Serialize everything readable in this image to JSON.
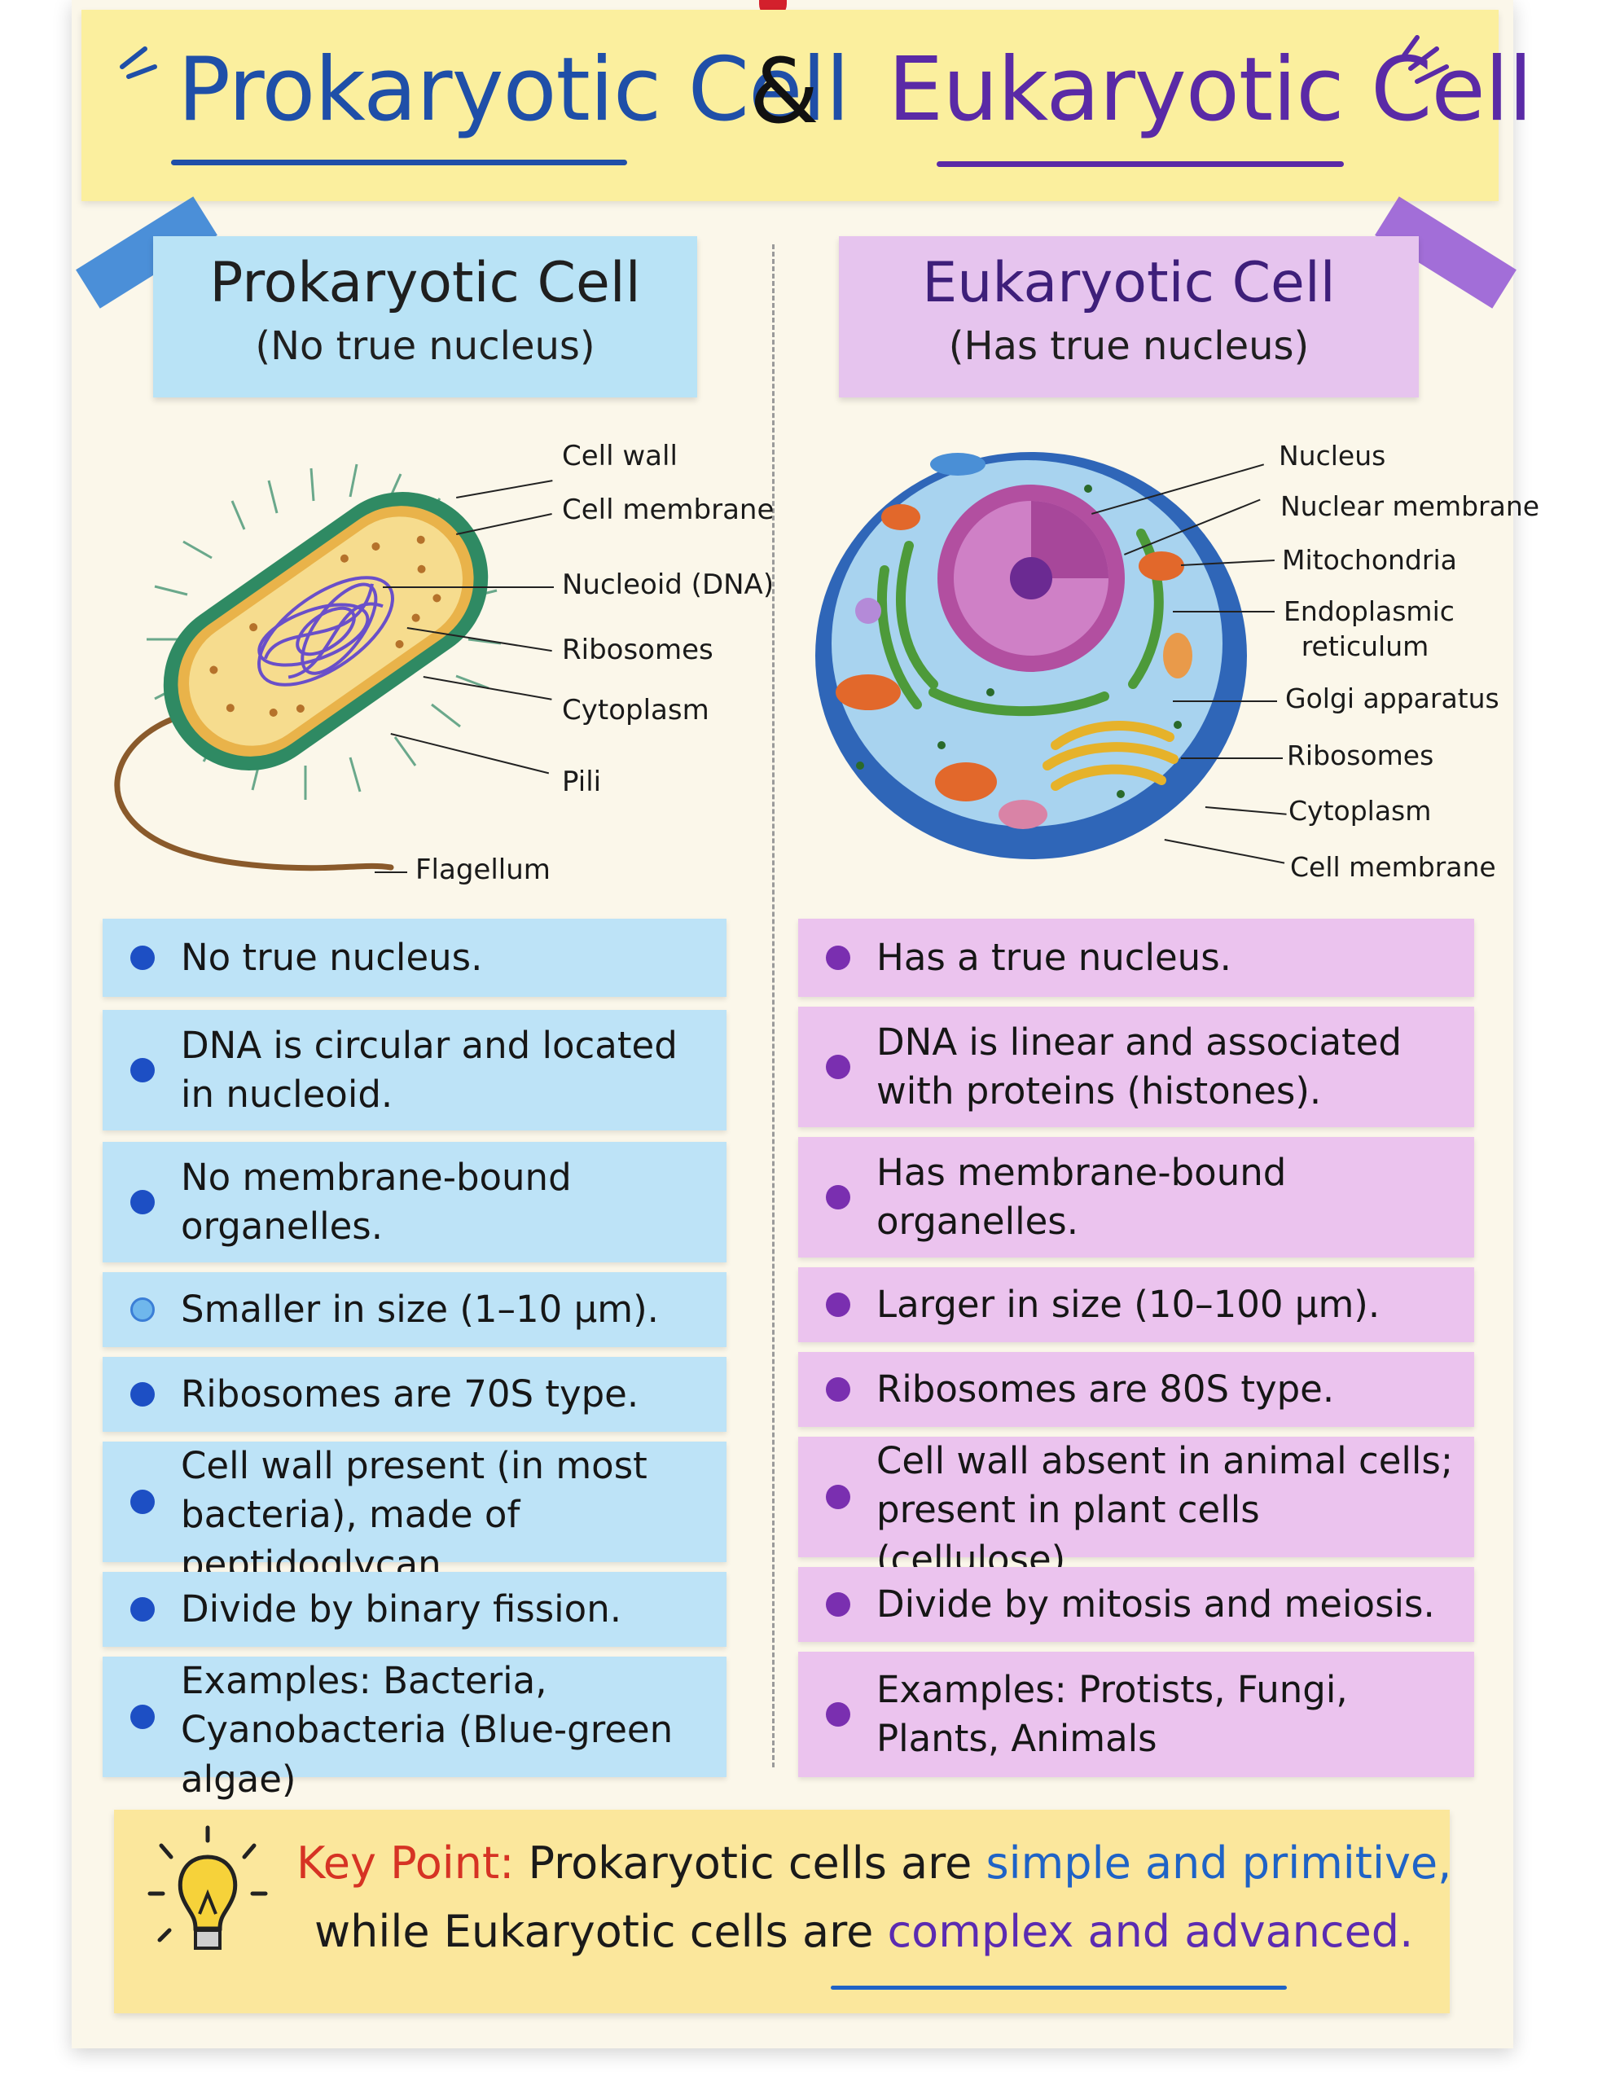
{
  "header": {
    "prokaryotic_title": "Prokaryotic Cell",
    "ampersand": "&",
    "eukaryotic_title": "Eukaryotic Cell"
  },
  "prokaryotic": {
    "card_title": "Prokaryotic Cell",
    "card_subtitle": "(No true nucleus)",
    "labels": [
      "Cell wall",
      "Cell membrane",
      "Nucleoid (DNA)",
      "Ribosomes",
      "Cytoplasm",
      "Pili",
      "Flagellum"
    ],
    "facts": [
      "No true nucleus.",
      "DNA is circular and located in nucleoid.",
      "No membrane-bound organelles.",
      "Smaller in size (1–10 µm).",
      "Ribosomes are 70S type.",
      "Cell wall present (in most bacteria), made of peptidoglycan.",
      "Divide by binary fission.",
      "Examples: Bacteria, Cyanobacteria (Blue-green algae)"
    ]
  },
  "eukaryotic": {
    "card_title": "Eukaryotic Cell",
    "card_subtitle": "(Has true nucleus)",
    "labels": [
      "Nucleus",
      "Nuclear membrane",
      "Mitochondria",
      "Endoplasmic reticulum",
      "Golgi apparatus",
      "Ribosomes",
      "Cytoplasm",
      "Cell membrane"
    ],
    "facts": [
      "Has a true nucleus.",
      "DNA is linear and associated with proteins (histones).",
      "Has membrane-bound organelles.",
      "Larger in size (10–100 µm).",
      "Ribosomes are 80S type.",
      "Cell wall absent in animal cells; present in plant cells (cellulose).",
      "Divide by mitosis and meiosis.",
      "Examples: Protists, Fungi, Plants, Animals"
    ]
  },
  "key_point": {
    "label": "Key Point:",
    "text_a": "Prokaryotic cells are",
    "highlight_a": "simple and primitive,",
    "text_b": "while Eukaryotic cells are",
    "highlight_b": "complex and advanced."
  },
  "colors": {
    "prokaryotic_accent": "#1f4fa8",
    "eukaryotic_accent": "#5a2aa6",
    "key_point_accent": "#d63324"
  }
}
